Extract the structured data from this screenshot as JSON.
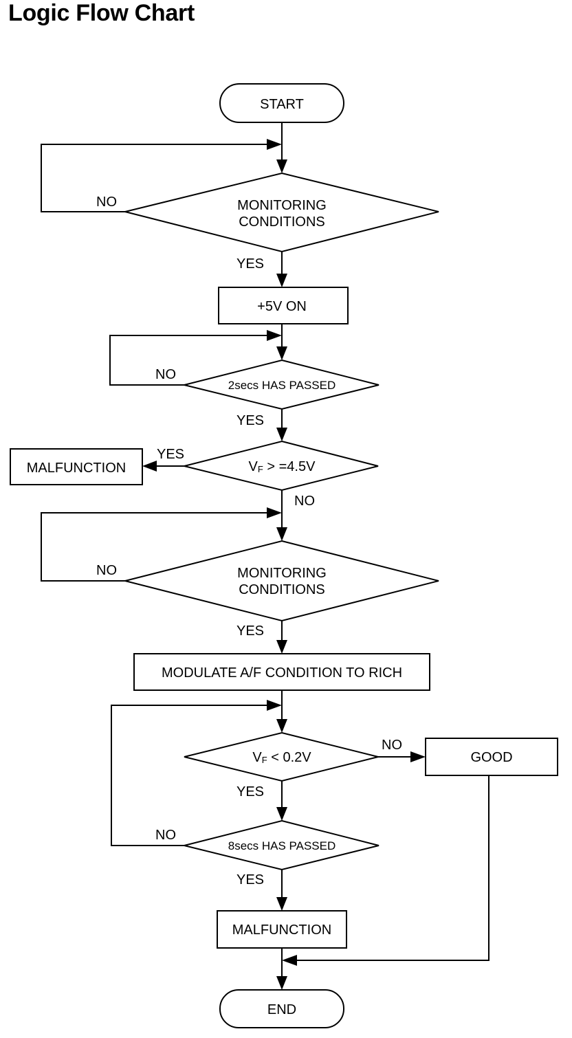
{
  "title": "Logic Flow Chart",
  "nodes": {
    "start": "START",
    "monitoring_1": [
      "MONITORING",
      "CONDITIONS"
    ],
    "v5_on": "+5V ON",
    "two_secs": "2secs HAS PASSED",
    "vf_ge": {
      "main": "V",
      "sub": "F",
      "rest": " > =4.5V"
    },
    "malfunction_1": "MALFUNCTION",
    "monitoring_2": [
      "MONITORING",
      "CONDITIONS"
    ],
    "modulate": "MODULATE A/F CONDITION TO RICH",
    "vf_lt": {
      "main": "V",
      "sub": "F",
      "rest": " < 0.2V"
    },
    "good": "GOOD",
    "eight_secs": "8secs HAS PASSED",
    "malfunction_2": "MALFUNCTION",
    "end": "END"
  },
  "edges": {
    "mon1_no": "NO",
    "mon1_yes": "YES",
    "two_no": "NO",
    "two_yes": "YES",
    "vfge_yes": "YES",
    "vfge_no": "NO",
    "mon2_no": "NO",
    "mon2_yes": "YES",
    "vflt_no": "NO",
    "vflt_yes": "YES",
    "eight_no": "NO",
    "eight_yes": "YES"
  }
}
